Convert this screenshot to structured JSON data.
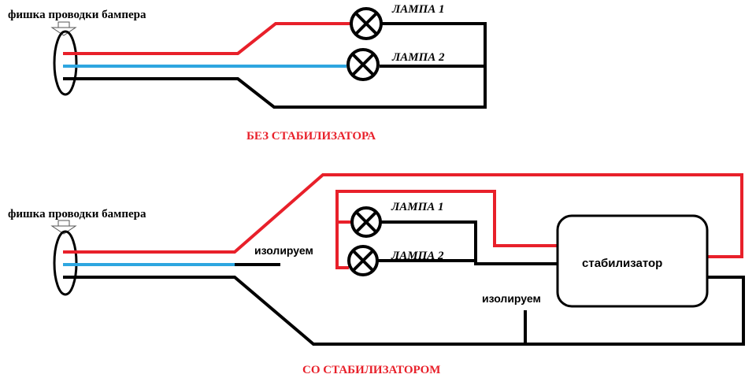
{
  "top": {
    "connector_label": "фишка проводки бампера",
    "lamp1": "ЛАМПА 1",
    "lamp2": "ЛАМПА 2",
    "caption": "БЕЗ СТАБИЛИЗАТОРА"
  },
  "bottom": {
    "connector_label": "фишка проводки бампера",
    "lamp1": "ЛАМПА 1",
    "lamp2": "ЛАМПА 2",
    "isolate_left": "изолируем",
    "isolate_right": "изолируем",
    "stabilizer": "стабилизатор",
    "caption": "СО СТАБИЛИЗАТОРОМ"
  },
  "colors": {
    "red_wire": "#e8202a",
    "blue_wire": "#2ea6e0",
    "black_wire": "#000000",
    "caption_red": "#e8202a"
  }
}
